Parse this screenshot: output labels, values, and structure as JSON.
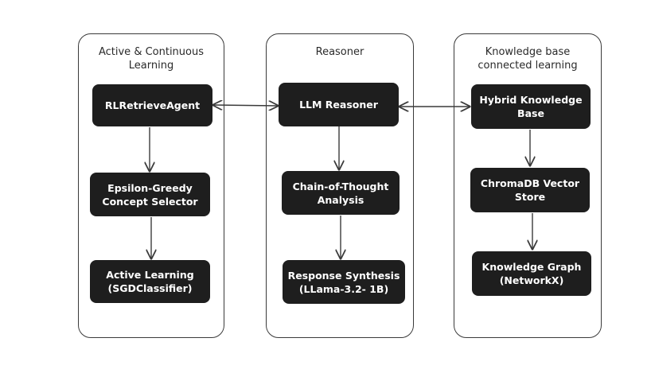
{
  "panels": {
    "left": {
      "title": "Active & Continuous\nLearning"
    },
    "middle": {
      "title": "Reasoner"
    },
    "right": {
      "title": "Knowledge base\nconnected learning"
    }
  },
  "nodes": {
    "rl_retrieve_agent": "RLRetrieveAgent",
    "epsilon_greedy": "Epsilon-Greedy\nConcept Selector",
    "active_learning": "Active Learning\n(SGDClassifier)",
    "llm_reasoner": "LLM Reasoner",
    "chain_of_thought": "Chain-of-Thought\nAnalysis",
    "response_synthesis": "Response Synthesis\n(LLama-3.2- 1B)",
    "hybrid_kb": "Hybrid Knowledge\nBase",
    "chromadb": "ChromaDB Vector\nStore",
    "knowledge_graph": "Knowledge Graph\n(NetworkX)"
  },
  "colors": {
    "node_fill": "#1e1e1e",
    "node_text": "#ffffff",
    "stroke": "#3a3a3a"
  }
}
